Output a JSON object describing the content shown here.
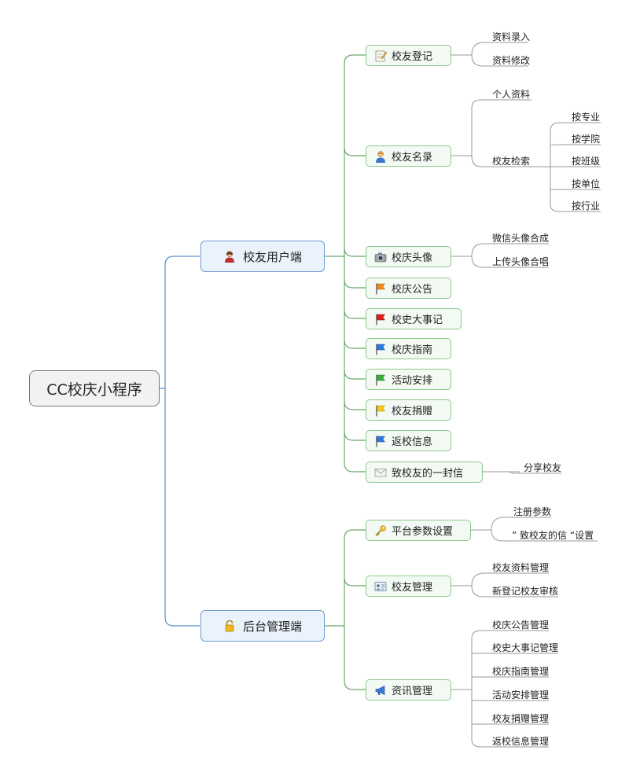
{
  "root": {
    "label": "CC校庆小程序"
  },
  "user_side": {
    "label": "校友用户端",
    "icon": "person-icon",
    "items": [
      {
        "label": "校友登记",
        "icon": "notepad-icon",
        "children": [
          "资料录入",
          "资料修改"
        ]
      },
      {
        "label": "校友名录",
        "icon": "user-icon",
        "children": [
          "个人资料",
          "校友检索"
        ],
        "search_children": [
          "按专业",
          "按学院",
          "按班级",
          "按单位",
          "按行业"
        ]
      },
      {
        "label": "校庆头像",
        "icon": "camera-icon",
        "children": [
          "微信头像合成",
          "上传头像合唱"
        ]
      },
      {
        "label": "校庆公告",
        "icon": "orange-flag-icon"
      },
      {
        "label": "校史大事记",
        "icon": "red-flag-icon"
      },
      {
        "label": "校庆指南",
        "icon": "blue-flag-icon"
      },
      {
        "label": "活动安排",
        "icon": "green-flag-icon"
      },
      {
        "label": "校友捐赠",
        "icon": "yellow-flag-icon"
      },
      {
        "label": "返校信息",
        "icon": "blue-flag-icon"
      },
      {
        "label": "致校友的一封信",
        "icon": "envelope-icon",
        "children": [
          "分享校友"
        ]
      }
    ]
  },
  "admin_side": {
    "label": "后台管理端",
    "icon": "lock-icon",
    "items": [
      {
        "label": "平台参数设置",
        "icon": "key-icon",
        "children": [
          "注册参数",
          "” 致校友的信 “设置"
        ]
      },
      {
        "label": "校友管理",
        "icon": "id-card-icon",
        "children": [
          "校友资料管理",
          "新登记校友审核"
        ]
      },
      {
        "label": "资讯管理",
        "icon": "megaphone-icon",
        "children": [
          "校庆公告管理",
          "校史大事记管理",
          "校庆指南管理",
          "活动安排管理",
          "校友捐赠管理",
          "返校信息管理"
        ]
      }
    ]
  },
  "colors": {
    "root_line": "#5b8fc7",
    "main_line": "#6aa86a",
    "leaf_line": "#9a9a9a",
    "main_fill": "#eaf2fb",
    "sub_fill": "#f3faf3"
  }
}
